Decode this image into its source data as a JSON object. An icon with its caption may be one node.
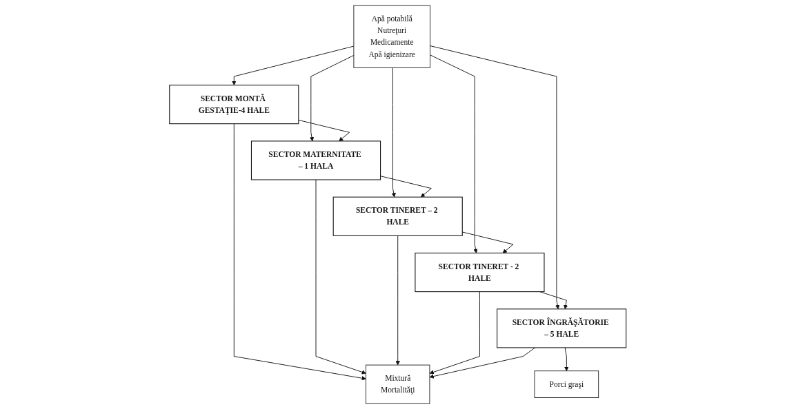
{
  "diagram": {
    "nodes": [
      {
        "text": [
          "Apă potabilă",
          "Nutreţuri",
          "Medicamente",
          "Apă igienizare"
        ]
      },
      {
        "text": [
          "SECTOR MONTĂ GESTAŢIE-4 HALE"
        ]
      },
      {
        "text": [
          "SECTOR MATERNITATE – 1 HALA"
        ]
      },
      {
        "text": [
          "SECTOR TINERET – 2 HALE"
        ]
      },
      {
        "text": [
          "SECTOR TINERET - 2 HALE"
        ]
      },
      {
        "text": [
          "SECTOR ÎNGRĂŞĂTORIE – 5 HALE"
        ]
      },
      {
        "text": [
          "Mixtură",
          "Mortalităţi"
        ]
      },
      {
        "text": [
          "Porci graşi"
        ]
      }
    ],
    "edges": [
      {
        "from": 0,
        "to": 1,
        "arrow": "to"
      },
      {
        "from": 0,
        "to": 2,
        "arrow": "to"
      },
      {
        "from": 0,
        "to": 3,
        "arrow": "to"
      },
      {
        "from": 0,
        "to": 4,
        "arrow": "to"
      },
      {
        "from": 0,
        "to": 5,
        "arrow": "to"
      },
      {
        "from": 1,
        "to": 2,
        "arrow": "to"
      },
      {
        "from": 2,
        "to": 3,
        "arrow": "to"
      },
      {
        "from": 3,
        "to": 4,
        "arrow": "to"
      },
      {
        "from": 4,
        "to": 5,
        "arrow": "to"
      },
      {
        "from": 1,
        "to": 6,
        "arrow": "to"
      },
      {
        "from": 2,
        "to": 6,
        "arrow": "to"
      },
      {
        "from": 3,
        "to": 6,
        "arrow": "to"
      },
      {
        "from": 4,
        "to": 6,
        "arrow": "to"
      },
      {
        "from": 5,
        "to": 6,
        "arrow": "to"
      },
      {
        "from": 5,
        "to": 7,
        "arrow": "to"
      }
    ]
  }
}
